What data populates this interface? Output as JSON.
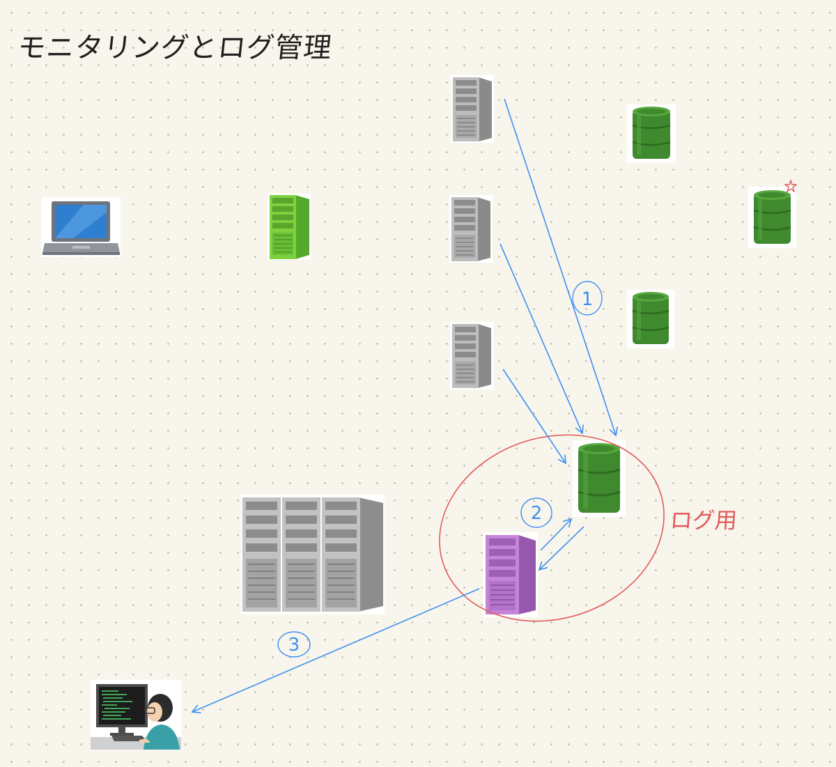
{
  "title": "モニタリングとログ管理",
  "annotations": {
    "log_purpose": "ログ用"
  },
  "steps": [
    {
      "label": "1"
    },
    {
      "label": "2"
    },
    {
      "label": "3"
    }
  ],
  "colors": {
    "background": "#f8f6ec",
    "arrow": "#3f8ff0",
    "circle": "#e05a5a",
    "drum_green": "#3f8a2e",
    "server_gray": "#a9a9a9",
    "server_green": "#6fc33a",
    "server_purple": "#b072c8",
    "laptop_screen": "#2f7fd0"
  },
  "icons": [
    "laptop-icon",
    "green-server-icon",
    "gray-server-icon",
    "oil-drum-icon",
    "server-rack-icon",
    "purple-server-icon",
    "engineer-at-computer-icon",
    "star-icon"
  ]
}
